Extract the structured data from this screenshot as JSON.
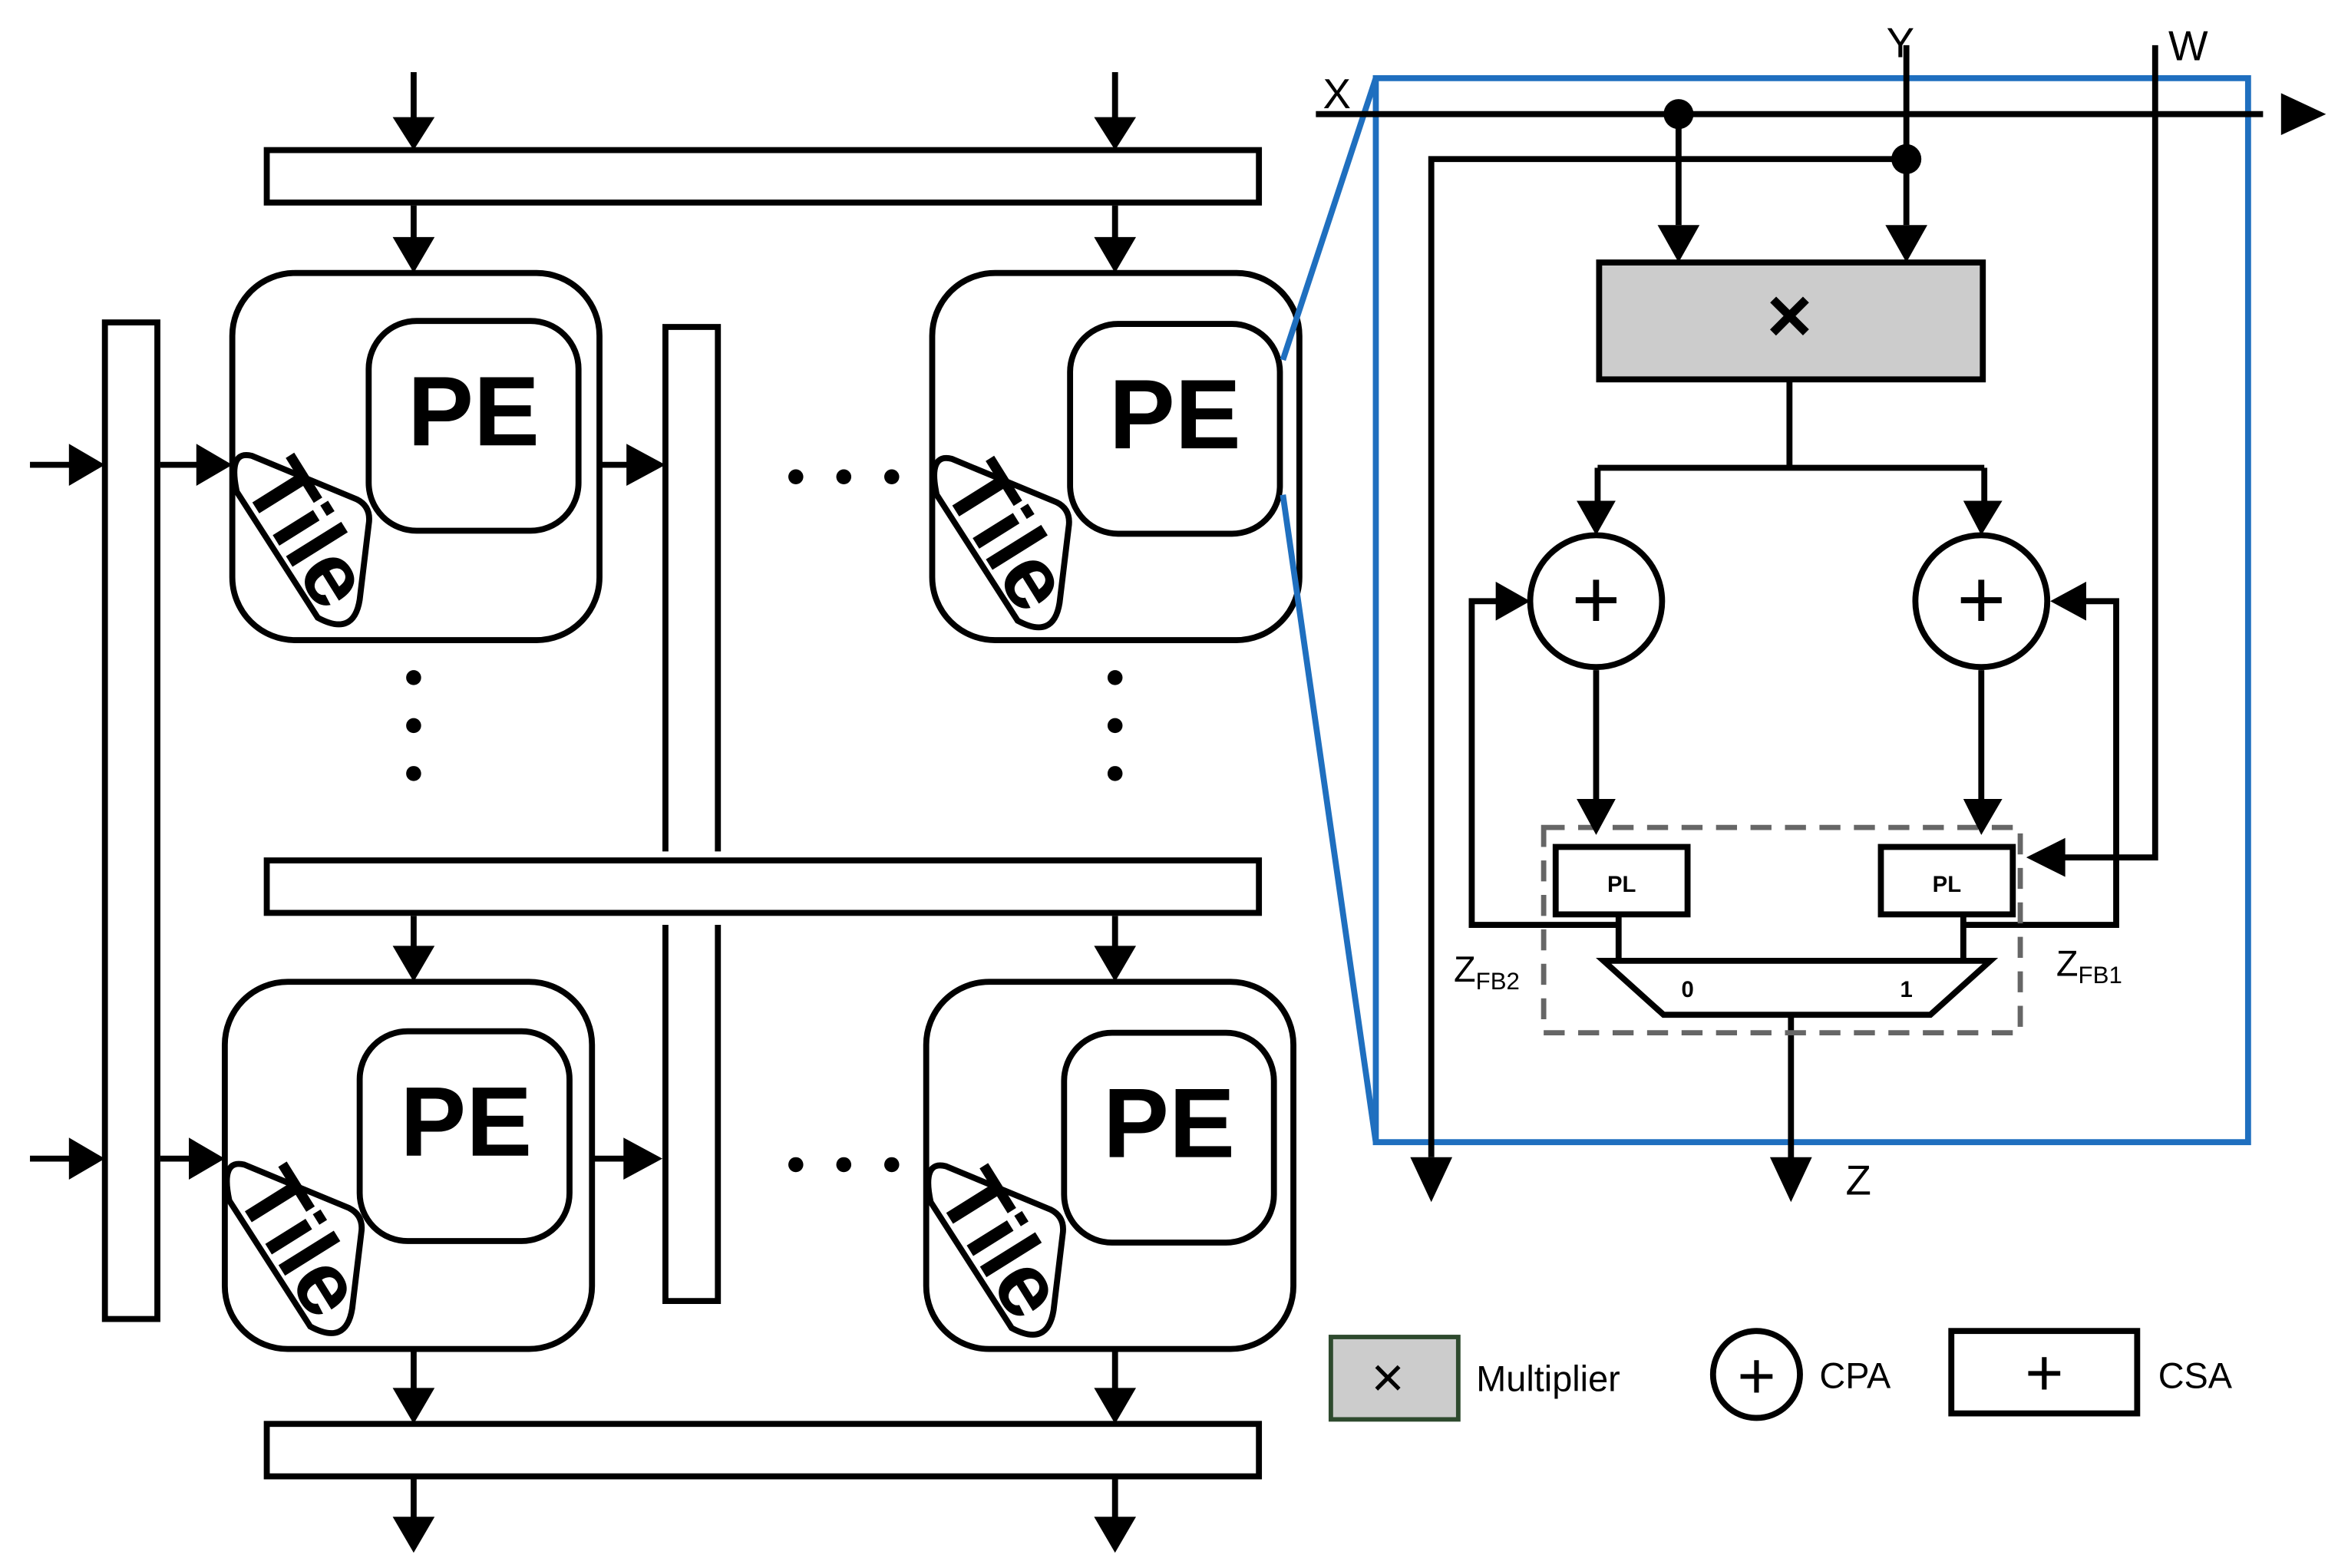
{
  "grid": {
    "pe_label": "PE",
    "tile_label": "Tile",
    "ellipsis_h": "• • •",
    "ellipsis_v": "•"
  },
  "detail": {
    "input_x": "X",
    "input_y": "Y",
    "input_w": "W",
    "output_z": "Z",
    "multiplier_symbol": "×",
    "cpa_symbol": "+",
    "pl_left": "PL",
    "pl_right": "PL",
    "mux_in0": "0",
    "mux_in1": "1",
    "zfb2_main": "Z",
    "zfb2_sub": "FB2",
    "zfb1_main": "Z",
    "zfb1_sub": "FB1"
  },
  "legend": {
    "multiplier_label": "Multiplier",
    "cpa_label": "CPA",
    "csa_label": "CSA",
    "multiplier_symbol": "×",
    "cpa_symbol": "+",
    "csa_symbol": "+"
  },
  "colors": {
    "zoom_frame": "#1f6fbf",
    "multiplier_fill": "#cccccc",
    "legend_multiplier_border": "#2e4a2e",
    "dashed_box": "#666666"
  }
}
